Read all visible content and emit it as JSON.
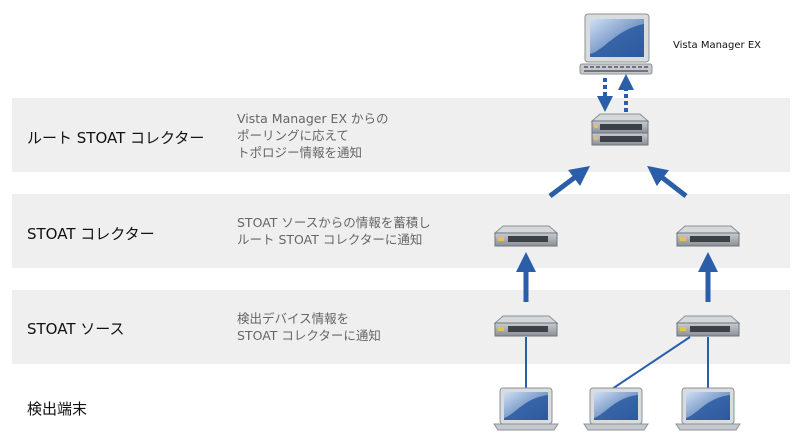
{
  "tiers": {
    "root": {
      "label": "ルート STOAT コレクター",
      "desc": [
        "Vista Manager EX からの",
        "ポーリングに応えて",
        "トポロジー情報を通知"
      ]
    },
    "collector": {
      "label": "STOAT コレクター",
      "desc": [
        "STOAT ソースからの情報を蓄積し",
        "ルート STOAT コレクターに通知"
      ]
    },
    "source": {
      "label": "STOAT ソース",
      "desc": [
        "検出デバイス情報を",
        "STOAT コレクターに通知"
      ]
    },
    "endpoint": {
      "label": "検出端末"
    }
  },
  "manager": {
    "label": "Vista Manager EX"
  },
  "colors": {
    "band": "#efefef",
    "arrow": "#2a5ea8",
    "switch_body": "#9aa0a6",
    "port": "#e8c24a",
    "screen": "#2c5aa0"
  },
  "icons": {
    "monitor": "desktop-computer-icon",
    "switch": "network-switch-icon",
    "laptop": "laptop-icon"
  }
}
